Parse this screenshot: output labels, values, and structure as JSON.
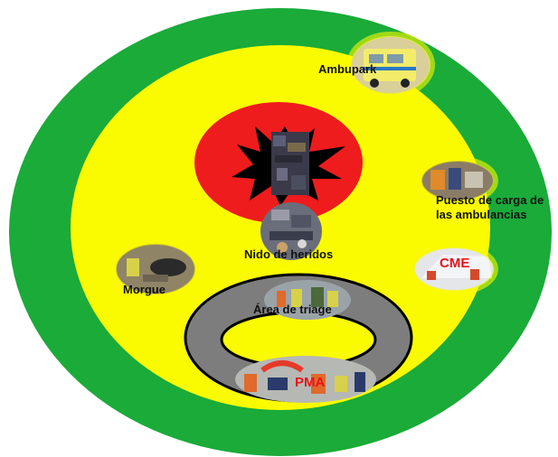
{
  "diagram": {
    "zones": [
      {
        "name": "outer-zone",
        "color": "#1aab39"
      },
      {
        "name": "middle-zone",
        "color": "#fafa00"
      },
      {
        "name": "hot-zone",
        "color": "#ee1c1c"
      },
      {
        "name": "triage-ring",
        "color": "#7d7d7d"
      }
    ],
    "labels": {
      "ambupark": "Ambupark",
      "loading_line1": "Puesto de carga de",
      "loading_line2": "las ambulancias",
      "wounded_nest": "Nido de heridos",
      "morgue": "Morgue",
      "cme": "CME",
      "triage_area": "Área de triage",
      "pma": "PMA"
    },
    "icons": [
      "explosion-icon",
      "ambulance-photo",
      "loading-photo",
      "wounded-photo",
      "morgue-photo",
      "cme-tent-photo",
      "triage-photo",
      "pma-photo"
    ]
  }
}
